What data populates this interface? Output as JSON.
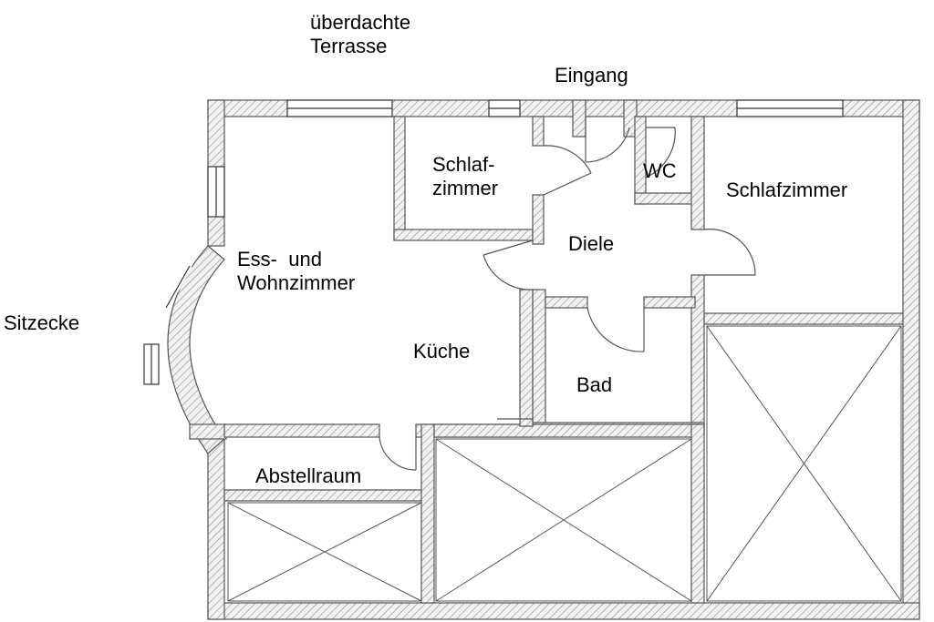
{
  "labels": {
    "terrace_line1": "überdachte",
    "terrace_line2": "Terrasse",
    "entrance": "Eingang",
    "seating_corner": "Sitzecke",
    "bedroom_small_line1": "Schlaf-",
    "bedroom_small_line2": "zimmer",
    "wc": "WC",
    "bedroom_right": "Schlafzimmer",
    "hall": "Diele",
    "living_line1": "Ess-  und",
    "living_line2": "Wohnzimmer",
    "kitchen": "Küche",
    "bath": "Bad",
    "storage": "Abstellraum"
  },
  "colors": {
    "wall_fill": "#e6e6e6",
    "line": "#555555",
    "ink": "#000000"
  }
}
